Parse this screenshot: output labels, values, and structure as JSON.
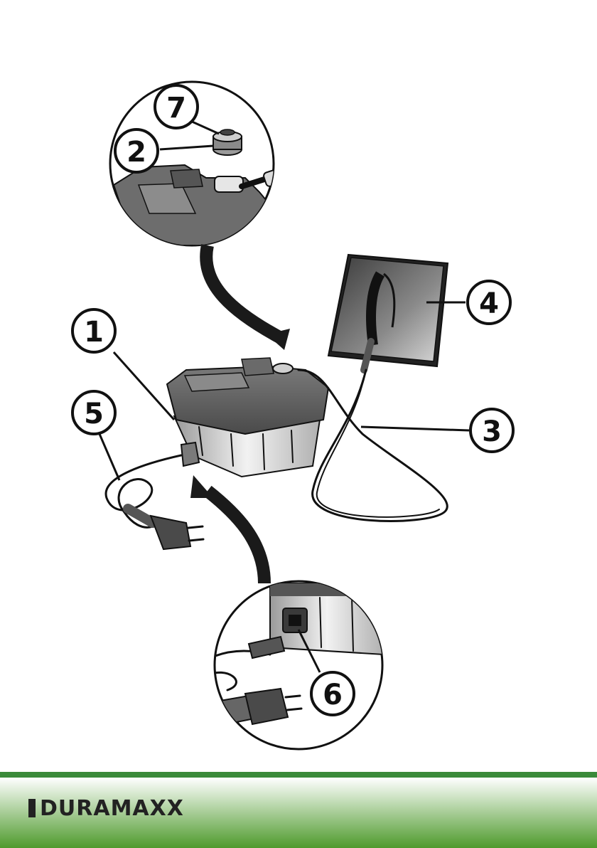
{
  "callouts": [
    {
      "id": "1",
      "label": "1"
    },
    {
      "id": "2",
      "label": "2"
    },
    {
      "id": "3",
      "label": "3"
    },
    {
      "id": "4",
      "label": "4"
    },
    {
      "id": "5",
      "label": "5"
    },
    {
      "id": "6",
      "label": "6"
    },
    {
      "id": "7",
      "label": "7"
    }
  ],
  "footer": {
    "brand": "DURAMAXX",
    "colors": {
      "line": "#3a8a3a",
      "band_top": "#ffffff",
      "band_bottom": "#4e9a2c"
    }
  }
}
